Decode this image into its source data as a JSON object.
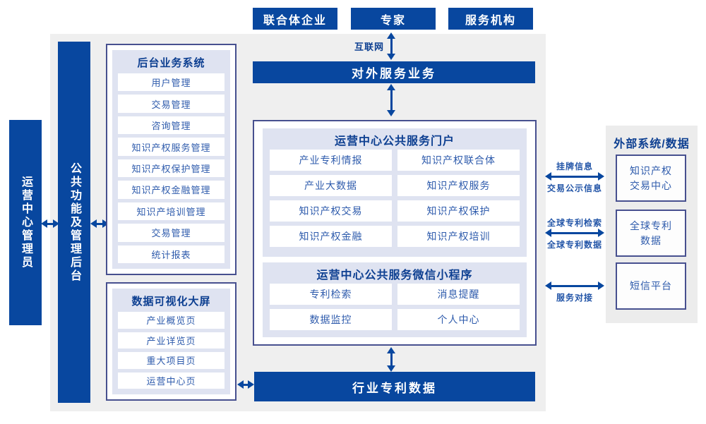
{
  "palette": {
    "primary_blue": "#08479f",
    "box_border": "#47508f",
    "panel_lavender": "#dfe3f1",
    "background_gray": "#efefef",
    "item_text_blue": "#2e5bac",
    "label_text_blue": "#2456a8"
  },
  "top_actors": {
    "consortium": "联合体企业",
    "expert": "专家",
    "agency": "服务机构"
  },
  "internet_label": "互联网",
  "external_service_bar": "对外服务业务",
  "left_column": {
    "operator": "运营中心管理员",
    "admin_bar": "公共功能及管理后台",
    "backend_system": {
      "title": "后台业务系统",
      "items": [
        "用户管理",
        "交易管理",
        "咨询管理",
        "知识产权服务管理",
        "知识产权保护管理",
        "知识产权金融管理",
        "知识产培训管理",
        "交易管理",
        "统计报表"
      ]
    },
    "dashboard": {
      "title": "数据可视化大屏",
      "items": [
        "产业概览页",
        "产业详览页",
        "重大项目页",
        "运营中心页"
      ]
    }
  },
  "center": {
    "portal": {
      "title": "运营中心公共服务门户",
      "items": [
        "产业专利情报",
        "知识产权联合体",
        "产业大数据",
        "知识产权服务",
        "知识产权交易",
        "知识产权保护",
        "知识产权金融",
        "知识产权培训"
      ]
    },
    "mini_program": {
      "title": "运营中心公共服务微信小程序",
      "items": [
        "专利检索",
        "消息提醒",
        "数据监控",
        "个人中心"
      ]
    }
  },
  "industry_data_bar": "行业专利数据",
  "external_systems": {
    "title": "外部系统/数据",
    "boxes": [
      "知识产权\n交易中心",
      "全球专利\n数据",
      "短信平台"
    ],
    "link_labels": {
      "listing_info": "挂牌信息",
      "trade_publicity_info": "交易公示信息",
      "global_patent_search": "全球专利检索",
      "global_patent_data": "全球专利数据",
      "service_docking": "服务对接"
    }
  }
}
